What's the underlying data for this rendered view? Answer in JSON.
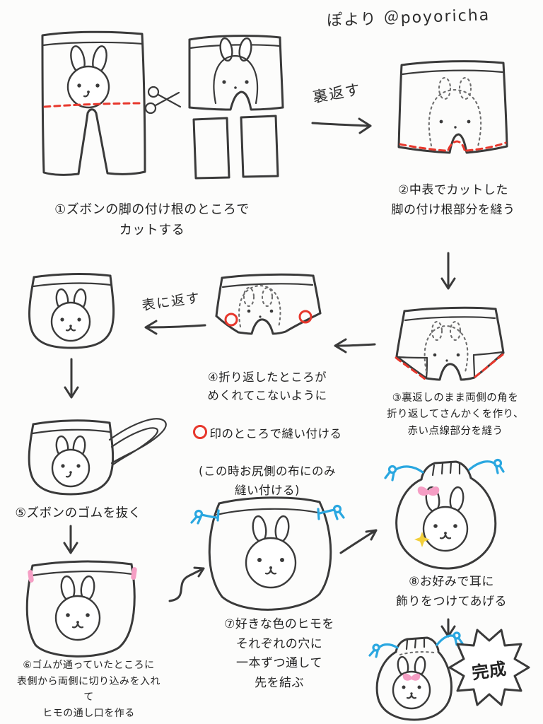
{
  "page": {
    "signature": "ぽより ＠poyoricha"
  },
  "labels": {
    "flip_inside_out": "裏返す",
    "turn_right_side_out": "表に返す",
    "done_burst": "完成"
  },
  "icons": {
    "scissors": "✂",
    "circle_mark": "◯"
  },
  "steps": {
    "step1": {
      "caption": "①ズボンの脚の付け根のところで\nカットする"
    },
    "step2": {
      "caption": "②中表でカットした\n脚の付け根部分を縫う"
    },
    "step3": {
      "caption": "③裏返しのまま両側の角を\n折り返してさんかくを作り、\n赤い点線部分を縫う"
    },
    "step4": {
      "caption_top": "④折り返したところが\nめくれてこないように",
      "circle_mark": "◯",
      "caption_mark_line": "印のところで縫い付ける",
      "caption_bottom": "(この時お尻側の布にのみ\n縫い付ける)"
    },
    "step5": {
      "caption": "⑤ズボンのゴムを抜く"
    },
    "step6": {
      "caption": "⑥ゴムが通っていたところに\n表側から両側に切り込みを入れて\nヒモの通し口を作る"
    },
    "step7": {
      "caption": "⑦好きな色のヒモを\nそれぞれの穴に\n一本ずつ通して\n先を結ぶ"
    },
    "step8": {
      "caption": "⑧お好みで耳に\n飾りをつけてあげる"
    }
  },
  "colors": {
    "ink": "#3a3a3a",
    "red": "#e7372c",
    "blue": "#2aa7e0",
    "pink": "#f59ec4",
    "yellow": "#f2cf3a",
    "paper": "#fcfcfb"
  }
}
